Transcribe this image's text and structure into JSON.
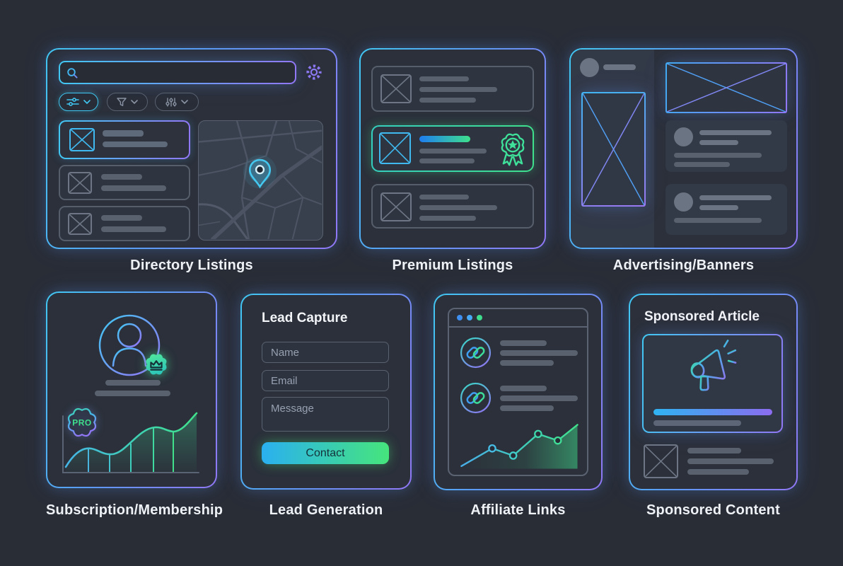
{
  "page": {
    "background": "#282d36"
  },
  "colors": {
    "accent_cyan": "#41c7f2",
    "accent_blue": "#3f8ff0",
    "accent_purple": "#9177f5",
    "accent_green": "#3ee08c",
    "panel_bg": "#2b303a",
    "card_bg": "#2e3440",
    "tile_bg": "#323947",
    "map_bg": "#39404d",
    "border_gray": "#5a6170",
    "bar_gray": "#59616f",
    "text_white": "#eef1f5",
    "placeholder_gray": "#97a0b0",
    "button_gradient": [
      "#2ab0f0",
      "#46e57c"
    ],
    "browser_dots": [
      "#3f8ff0",
      "#47a9f5",
      "#3edc8c"
    ]
  },
  "icons": {
    "search": "magnifier",
    "settings": "gear",
    "filter-sliders": "horizontal sliders",
    "filter-funnel": "funnel",
    "filter-tuners": "vertical sliders",
    "chevron-down": "v chevron",
    "image-placeholder": "crossed box",
    "location-pin": "map pin",
    "award": "rosette with star",
    "crown": "crown badge",
    "link": "chain link",
    "megaphone": "megaphone",
    "avatar": "user circle"
  },
  "panels": {
    "directory": {
      "caption": "Directory Listings"
    },
    "premium": {
      "caption": "Premium Listings"
    },
    "advertising": {
      "caption": "Advertising/Banners"
    },
    "subscription": {
      "caption": "Subscription/Membership",
      "pro_label": "PRO"
    },
    "lead": {
      "caption": "Lead Generation",
      "form_title": "Lead Capture",
      "fields": {
        "name": "Name",
        "email": "Email",
        "message": "Message"
      },
      "submit_label": "Contact"
    },
    "affiliate": {
      "caption": "Affiliate Links"
    },
    "sponsored": {
      "caption": "Sponsored Content",
      "article_title": "Sponsored Article"
    }
  }
}
